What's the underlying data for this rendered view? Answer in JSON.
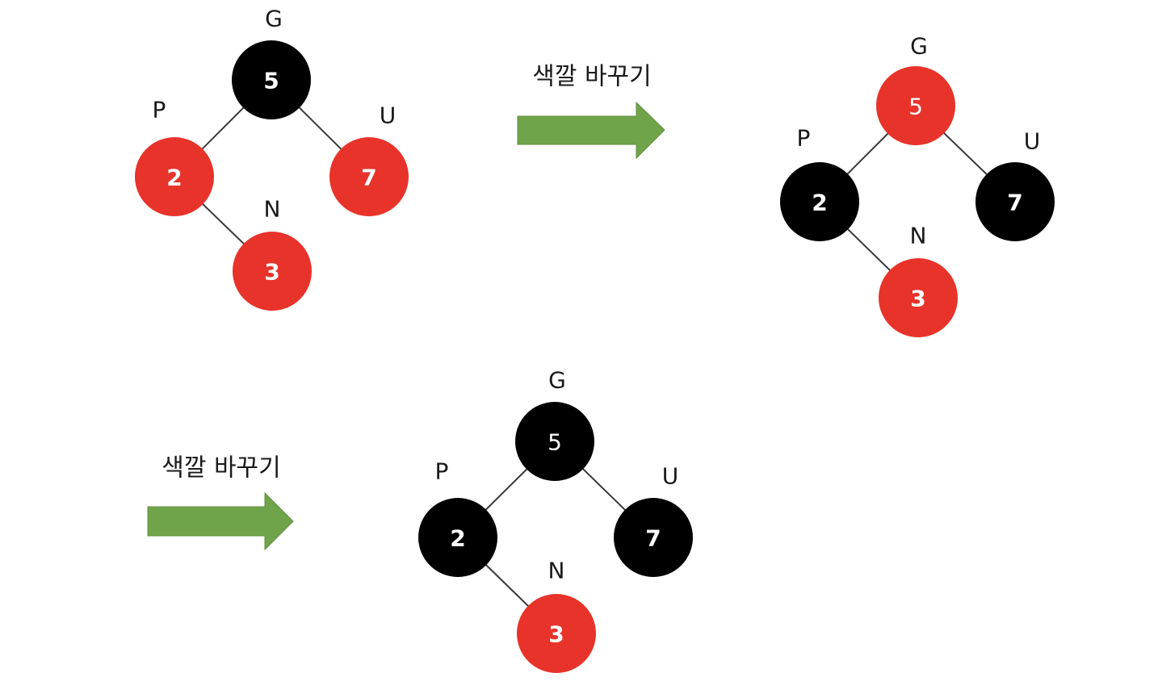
{
  "colors": {
    "red": "#e8332a",
    "black": "#000000",
    "arrow": "#70a44a",
    "arrow_border": "#5f8f3d"
  },
  "step_label": "색깔 바꾸기",
  "trees": [
    {
      "id": "before",
      "nodes": {
        "G": {
          "label": "G",
          "value": "5",
          "color": "black",
          "bold": true
        },
        "P": {
          "label": "P",
          "value": "2",
          "color": "red",
          "bold": true
        },
        "U": {
          "label": "U",
          "value": "7",
          "color": "red",
          "bold": true
        },
        "N": {
          "label": "N",
          "value": "3",
          "color": "red",
          "bold": true
        }
      }
    },
    {
      "id": "recolored",
      "nodes": {
        "G": {
          "label": "G",
          "value": "5",
          "color": "red",
          "bold": false
        },
        "P": {
          "label": "P",
          "value": "2",
          "color": "black",
          "bold": true
        },
        "U": {
          "label": "U",
          "value": "7",
          "color": "black",
          "bold": true
        },
        "N": {
          "label": "N",
          "value": "3",
          "color": "red",
          "bold": true
        }
      }
    },
    {
      "id": "root-recolored",
      "nodes": {
        "G": {
          "label": "G",
          "value": "5",
          "color": "black",
          "bold": false
        },
        "P": {
          "label": "P",
          "value": "2",
          "color": "black",
          "bold": true
        },
        "U": {
          "label": "U",
          "value": "7",
          "color": "black",
          "bold": true
        },
        "N": {
          "label": "N",
          "value": "3",
          "color": "red",
          "bold": true
        }
      }
    }
  ],
  "edges": [
    [
      "G",
      "P"
    ],
    [
      "G",
      "U"
    ],
    [
      "P",
      "N"
    ]
  ]
}
